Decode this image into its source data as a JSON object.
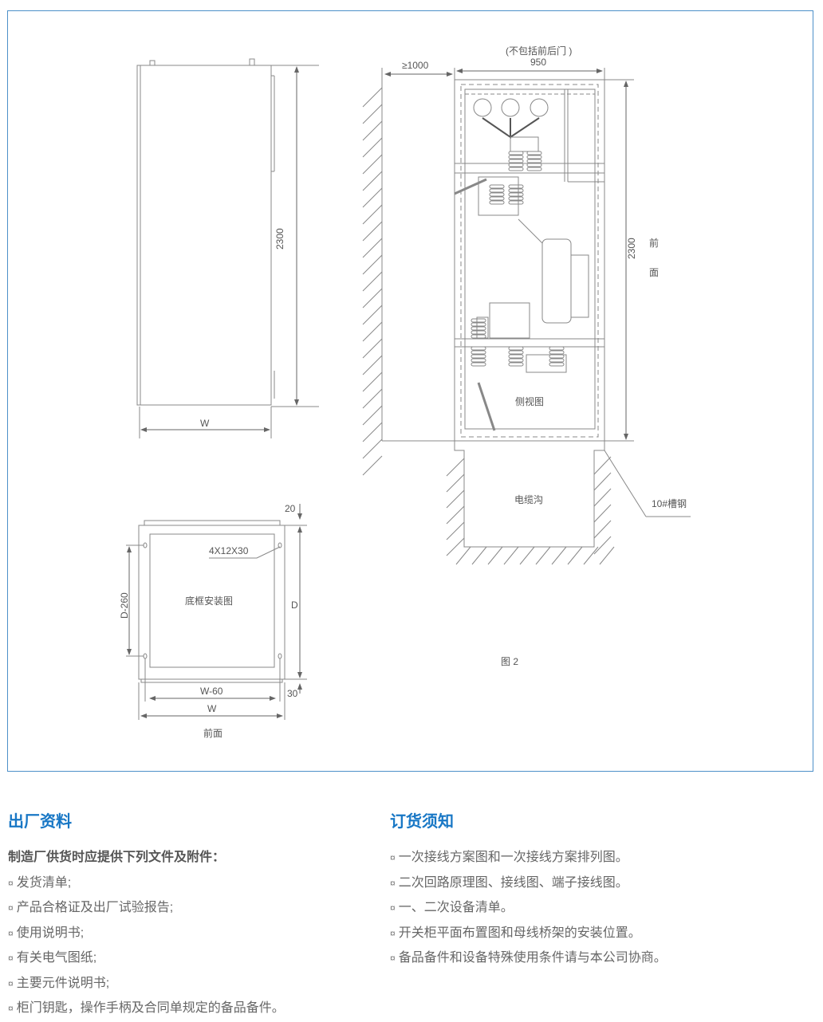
{
  "drawing": {
    "front_view": {
      "height_dim": "2300",
      "width_dim": "W"
    },
    "side_view": {
      "top_note": "(不包括前后门 )",
      "depth_dim": "950",
      "clearance_dim": "≥1000",
      "height_dim": "2300",
      "front_label_1": "前",
      "front_label_2": "面",
      "view_label": "侧视图",
      "trench_label": "电缆沟",
      "channel_label": "10#槽钢"
    },
    "base_frame": {
      "title": "底框安装图",
      "hole_spec": "4X12X30",
      "dim_top": "20",
      "dim_bottom": "30",
      "dim_depth": "D",
      "dim_hole_depth": "D-260",
      "dim_hole_width": "W-60",
      "dim_width": "W",
      "front_label": "前面"
    },
    "figure_label": "图 2"
  },
  "factory_docs": {
    "title": "出厂资料",
    "intro": "制造厂供货时应提供下列文件及附件：",
    "bullet": "¤",
    "items": [
      "发货清单;",
      "产品合格证及出厂试验报告;",
      "使用说明书;",
      "有关电气图纸;",
      "主要元件说明书;",
      "柜门钥匙，操作手柄及合同单规定的备品备件。"
    ]
  },
  "order_notes": {
    "title": "订货须知",
    "bullet": "¤",
    "items": [
      "一次接线方案图和一次接线方案排列图。",
      "二次回路原理图、接线图、端子接线图。",
      "一、二次设备清单。",
      "开关柜平面布置图和母线桥架的安装位置。",
      "备品备件和设备特殊使用条件请与本公司协商。"
    ]
  },
  "colors": {
    "accent": "#1877c5",
    "frame": "#4d90c9",
    "line": "#777777"
  }
}
